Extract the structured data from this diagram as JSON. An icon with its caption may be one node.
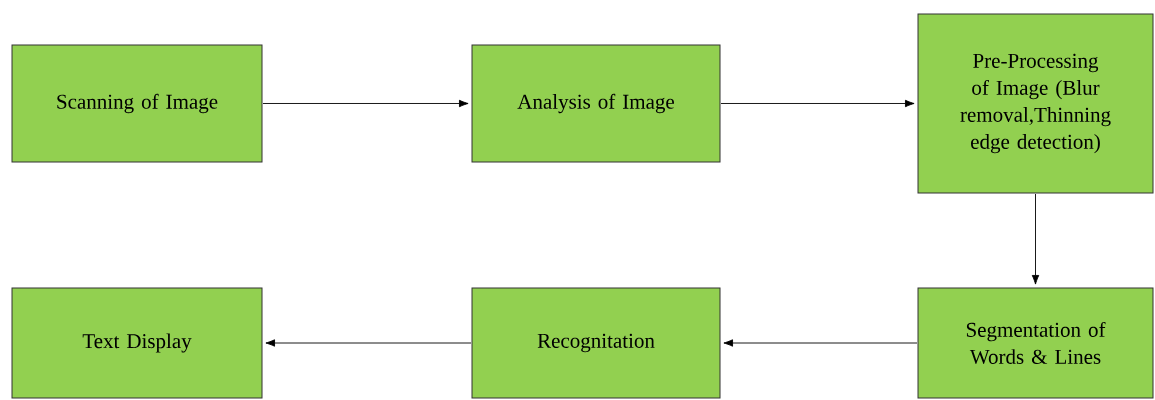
{
  "diagram": {
    "nodes": [
      {
        "text": [
          "Scanning of Image"
        ]
      },
      {
        "text": [
          "Analysis of Image"
        ]
      },
      {
        "text": [
          "Pre-Processing of Image (Blur removal,Thinning edge detection)"
        ]
      },
      {
        "text": [
          "Segmentation of Words & Lines"
        ]
      },
      {
        "text": [
          "Recognitation"
        ]
      },
      {
        "text": [
          "Text Display"
        ]
      }
    ],
    "edges": [
      {
        "from": 0,
        "to": 1,
        "arrow": "to"
      },
      {
        "from": 1,
        "to": 2,
        "arrow": "to"
      },
      {
        "from": 2,
        "to": 3,
        "arrow": "to"
      },
      {
        "from": 3,
        "to": 4,
        "arrow": "to"
      },
      {
        "from": 4,
        "to": 5,
        "arrow": "to"
      }
    ]
  }
}
